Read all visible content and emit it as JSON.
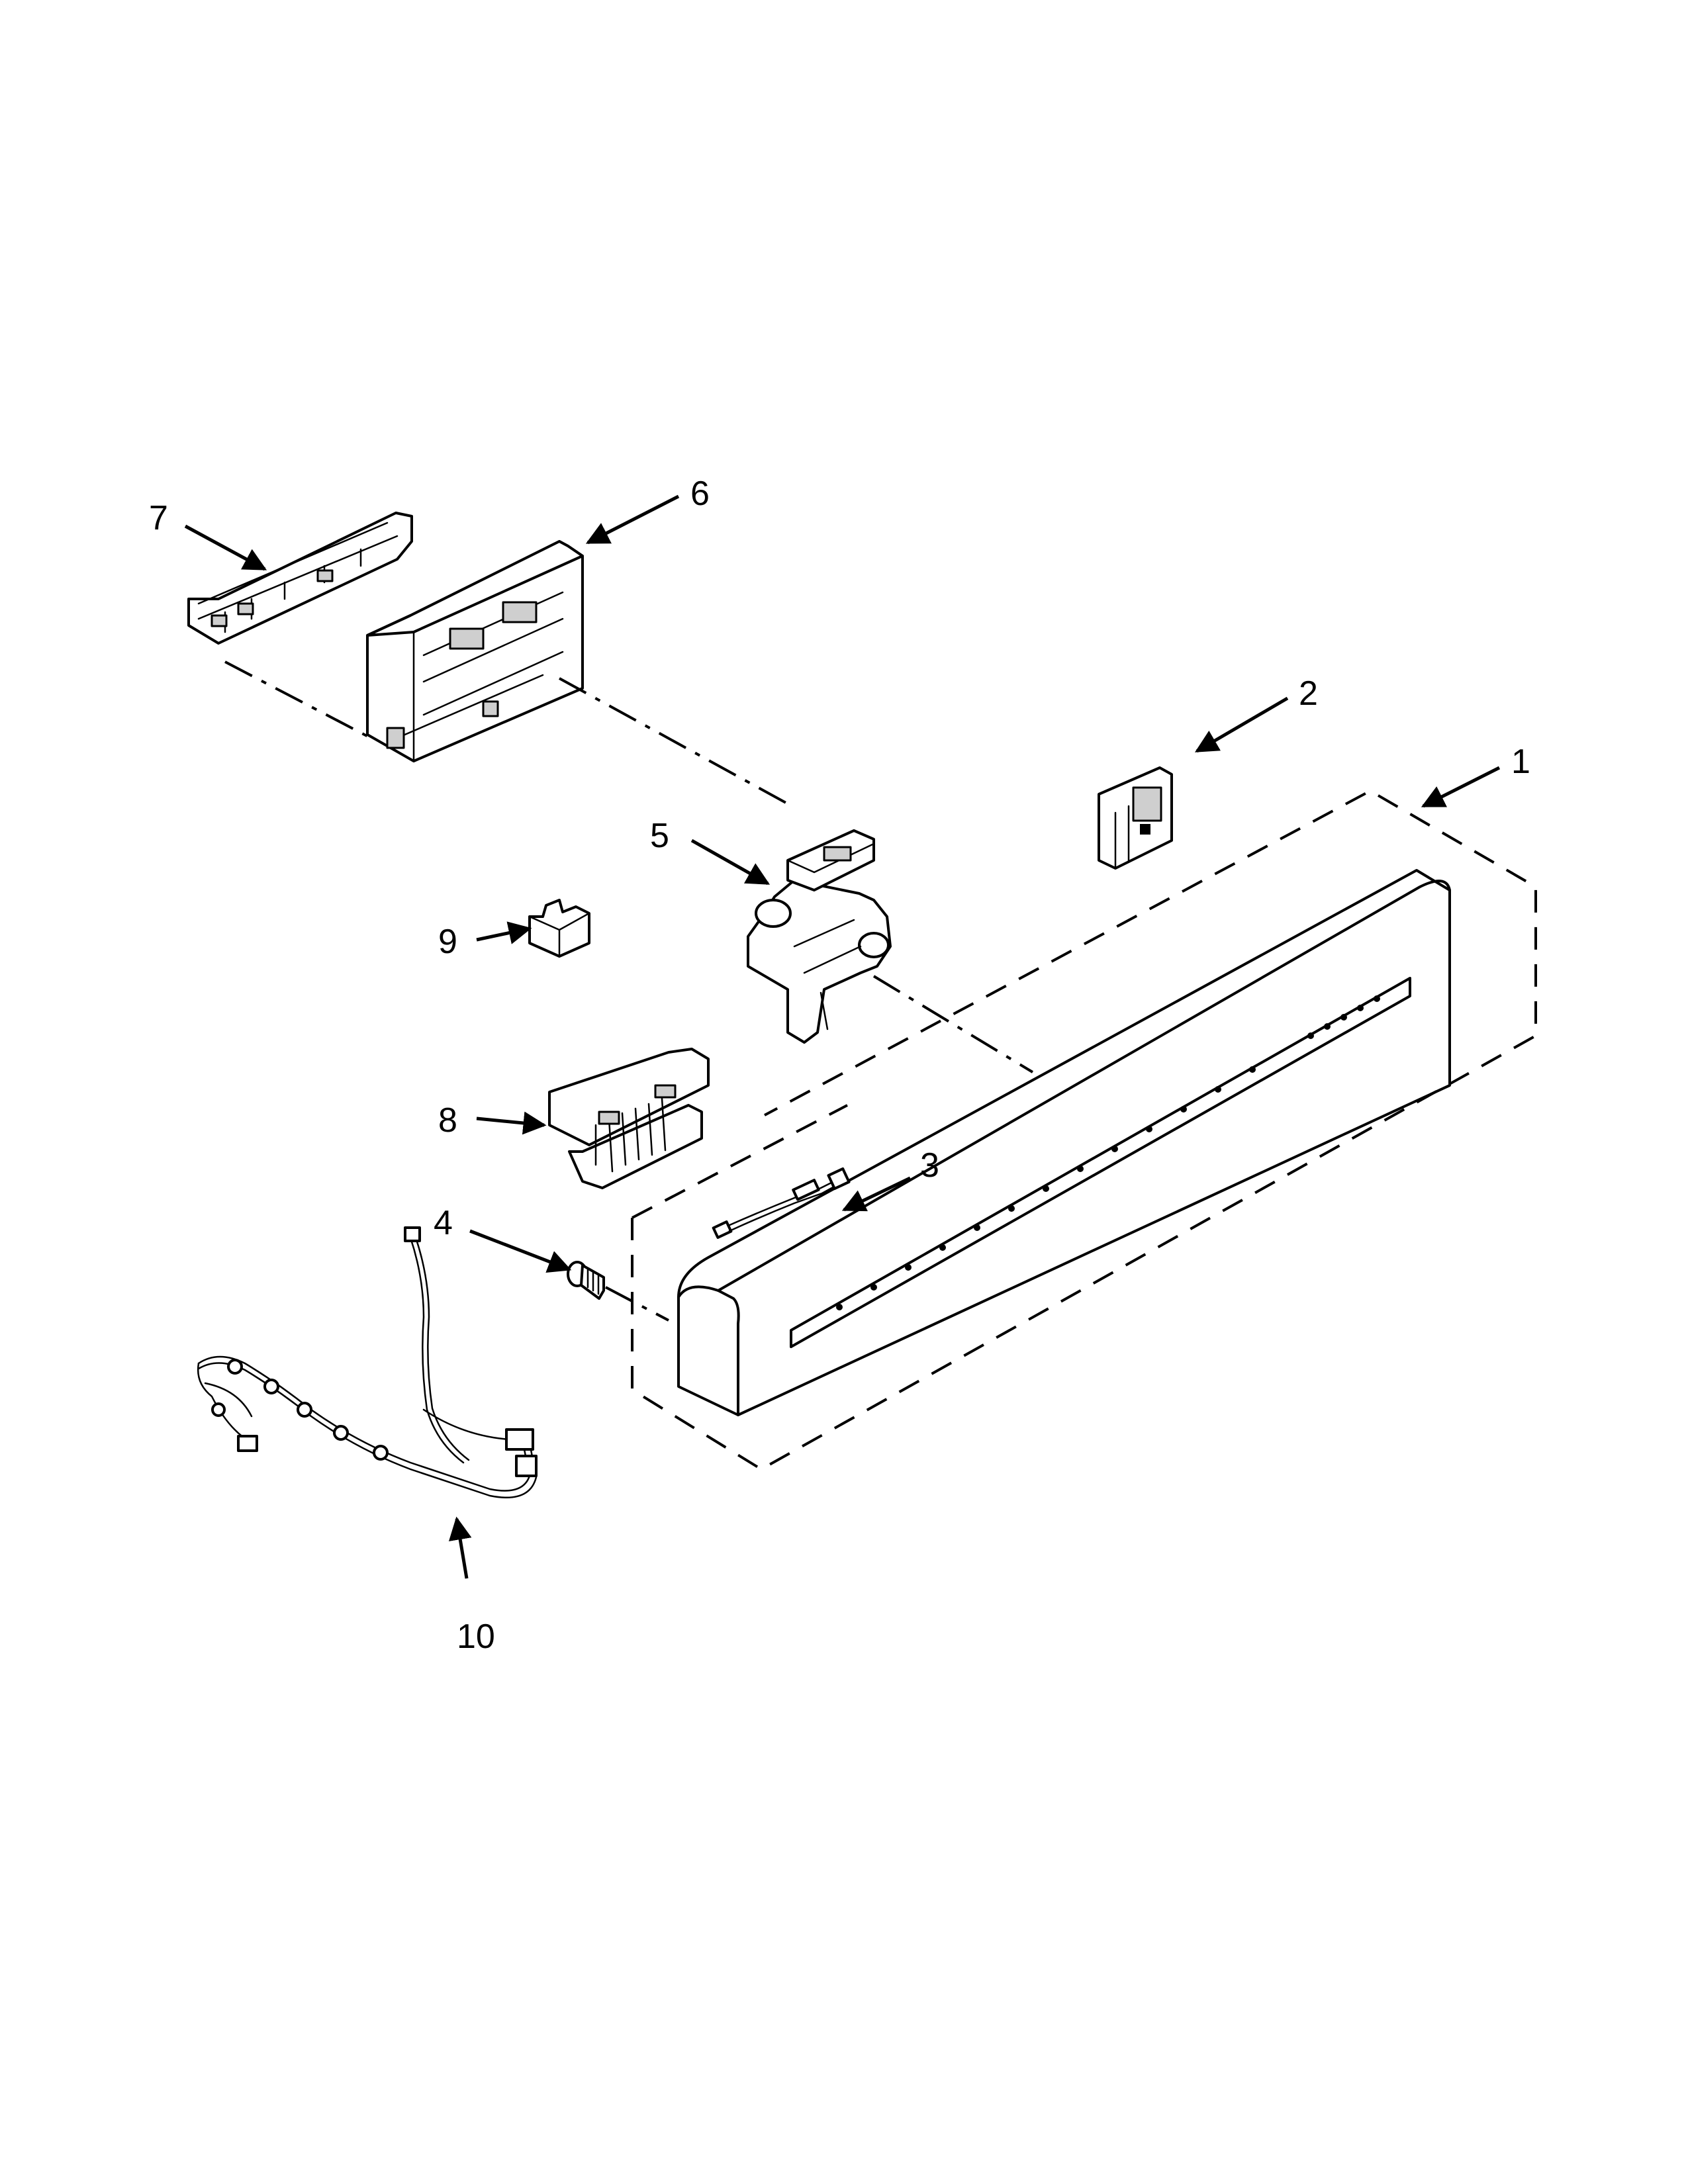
{
  "diagram": {
    "callouts": [
      {
        "id": "1",
        "text": "1"
      },
      {
        "id": "2",
        "text": "2"
      },
      {
        "id": "3",
        "text": "3"
      },
      {
        "id": "4",
        "text": "4"
      },
      {
        "id": "5",
        "text": "5"
      },
      {
        "id": "6",
        "text": "6"
      },
      {
        "id": "7",
        "text": "7"
      },
      {
        "id": "8",
        "text": "8"
      },
      {
        "id": "9",
        "text": "9"
      },
      {
        "id": "10",
        "text": "10"
      }
    ]
  },
  "colors": {
    "line": "#000000",
    "background": "#ffffff",
    "shade": "#cfcfcf"
  }
}
